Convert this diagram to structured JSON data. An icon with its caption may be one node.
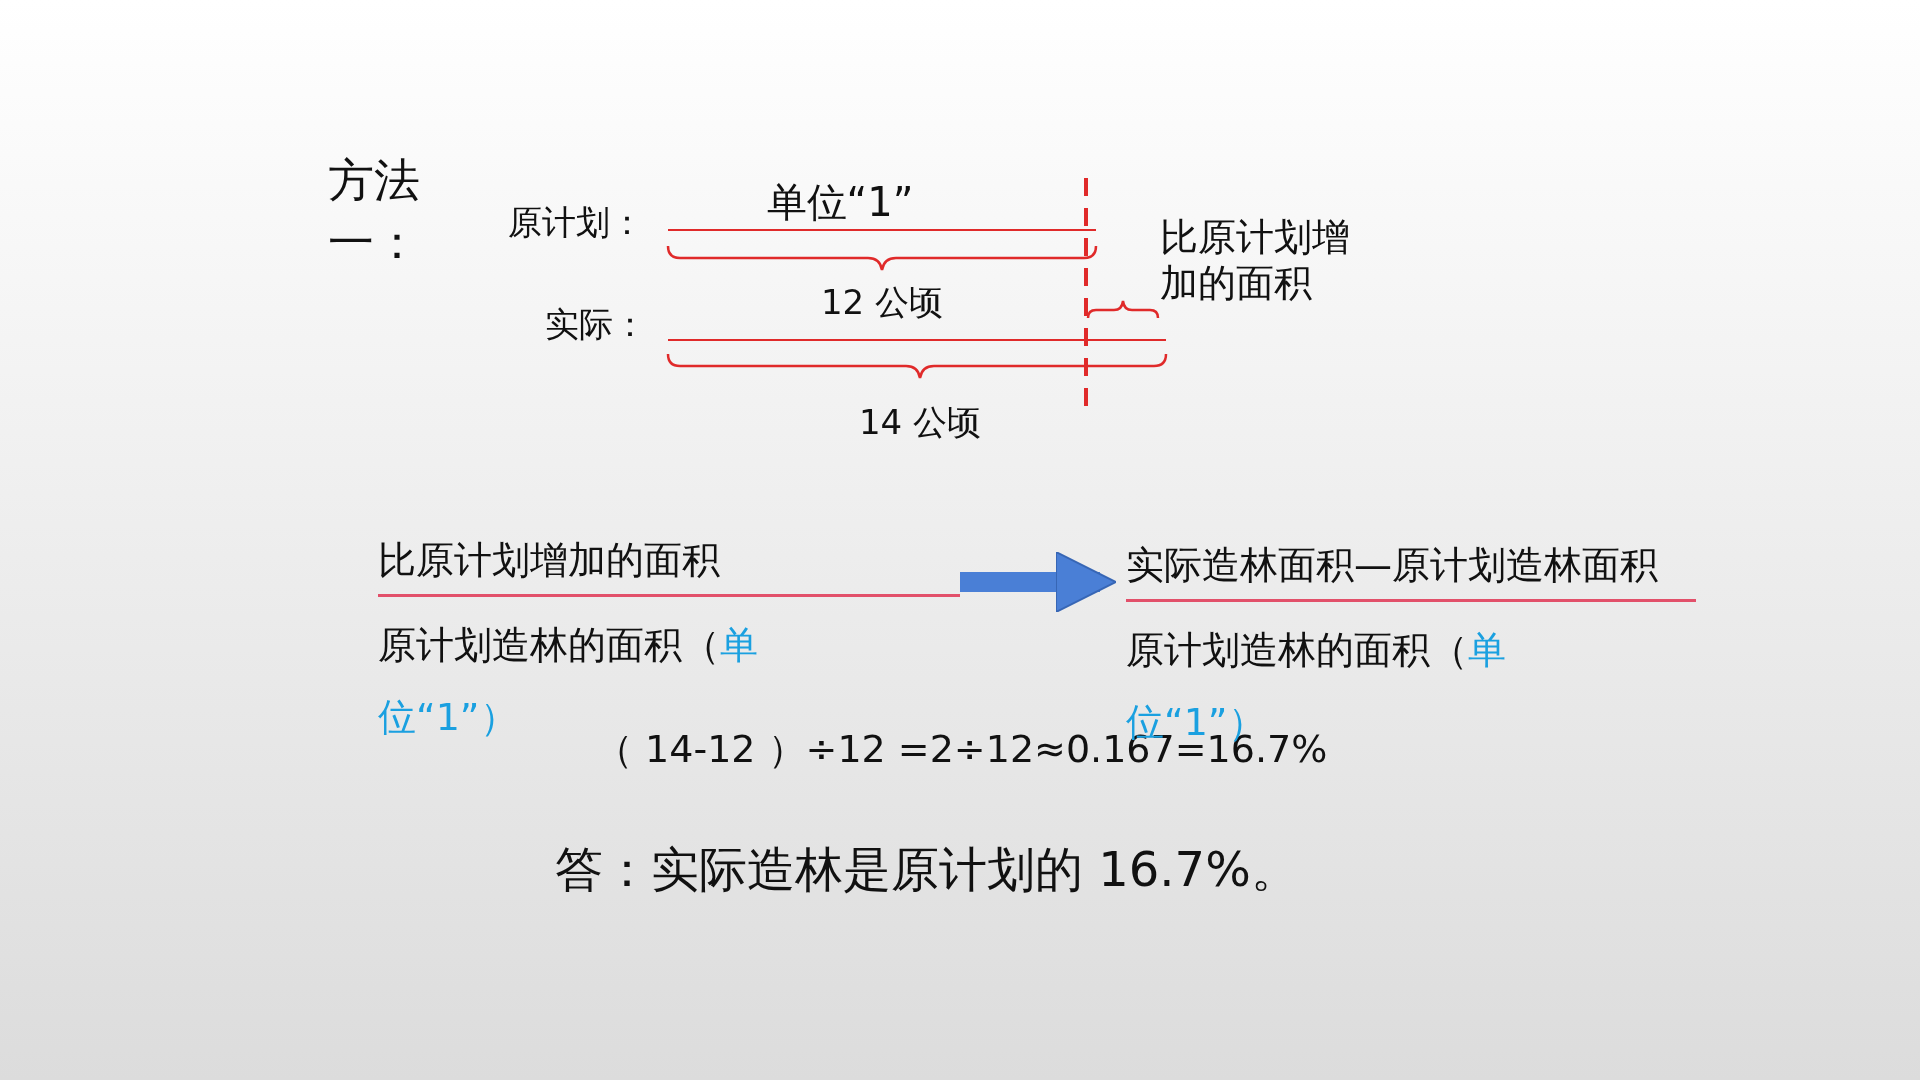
{
  "diagram": {
    "title": "方法一：",
    "nodes": [
      {
        "text": [
          "比原计划增加的面积",
          "原计划造林的面积（",
          "单位“1”）"
        ]
      },
      {
        "text": [
          "实际造林面积—原计划造林面积",
          "原计划造林的面积（",
          "单位“1”）"
        ]
      }
    ],
    "edges": [
      {
        "from": 0,
        "to": 1,
        "arrow": "to"
      }
    ],
    "labels": [
      "单位“1”",
      "原计划：",
      "比原计划增加的面积",
      "12 公顷",
      "实际：",
      "14 公顷",
      "（ 14-12 ）÷12 =2÷12≈0.167=16.7%",
      "答：实际造林是原计划的 16.7%。"
    ]
  }
}
